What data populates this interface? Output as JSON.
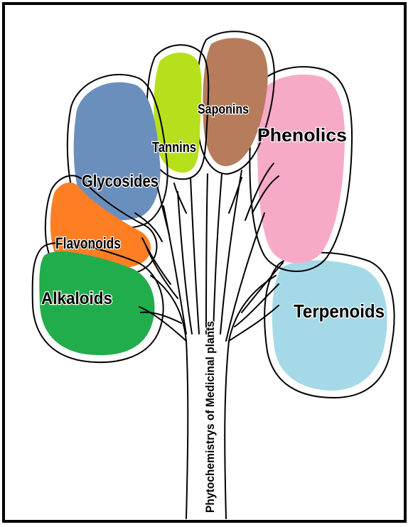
{
  "title": "Phytochemistrys of Medicinal plants",
  "leaves": [
    {
      "id": "alkaloids",
      "label": "Alkaloids",
      "color": "#22ad4c"
    },
    {
      "id": "flavonoids",
      "label": "Flavonoids",
      "color": "#fd7e23"
    },
    {
      "id": "glycosides",
      "label": "Glycosides",
      "color": "#6b8fbd"
    },
    {
      "id": "tannins",
      "label": "Tannins",
      "color": "#b7e01c"
    },
    {
      "id": "saponins",
      "label": "Saponins",
      "color": "#b67c5b"
    },
    {
      "id": "phenolics",
      "label": "Phenolics",
      "color": "#f7aac8"
    },
    {
      "id": "terpenoids",
      "label": "Terpenoids",
      "color": "#a6d9e7"
    }
  ]
}
